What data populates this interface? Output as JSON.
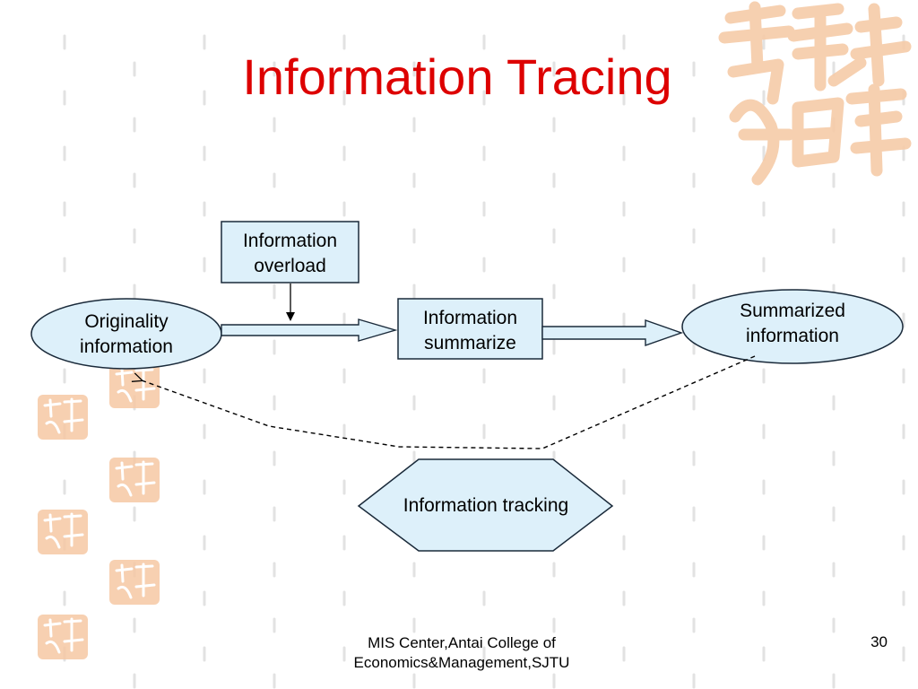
{
  "slide": {
    "title": "Information Tracing",
    "footer_line1": "MIS Center,Antai College of",
    "footer_line2": "Economics&Management,SJTU",
    "page_number": "30"
  },
  "diagram": {
    "nodes": {
      "overload": {
        "line1": "Information",
        "line2": "overload",
        "shape": "rectangle"
      },
      "originality": {
        "line1": "Originality",
        "line2": "information",
        "shape": "ellipse"
      },
      "summarize": {
        "line1": "Information",
        "line2": "summarize",
        "shape": "rectangle"
      },
      "summarized": {
        "line1": "Summarized",
        "line2": "information",
        "shape": "ellipse"
      },
      "tracking": {
        "label": "Information tracking",
        "shape": "hexagon"
      }
    },
    "edges": [
      {
        "from": "overload",
        "to": "originality-summarize-link",
        "style": "solid"
      },
      {
        "from": "originality",
        "to": "summarize",
        "style": "block-arrow"
      },
      {
        "from": "summarize",
        "to": "summarized",
        "style": "block-arrow"
      },
      {
        "from": "summarized",
        "to": "originality",
        "style": "dashed"
      }
    ]
  },
  "colors": {
    "title": "#dd0000",
    "node_fill": "#ddf0fa",
    "node_stroke": "#1a2a3a",
    "decor": "#f6cba8"
  }
}
